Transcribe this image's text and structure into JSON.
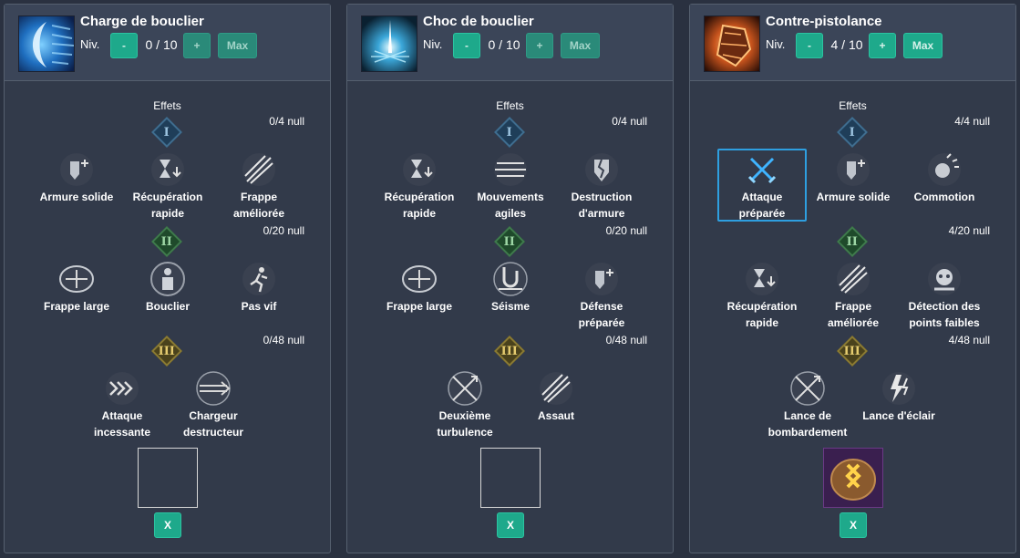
{
  "panels": [
    {
      "title": "Charge de bouclier",
      "niv_label": "Niv.",
      "level_text": "0 / 10",
      "minus_label": "-",
      "plus_label": "+",
      "max_label": "Max",
      "effects_label": "Effets",
      "tiers": [
        {
          "numeral": "I",
          "count": "0/4 null",
          "nodes": [
            {
              "label1": "Armure solide",
              "label2": "",
              "icon": "shield-plus-icon"
            },
            {
              "label1": "Récupération",
              "label2": "rapide",
              "icon": "hourglass-down-icon"
            },
            {
              "label1": "Frappe améliorée",
              "label2": "",
              "icon": "slash-burst-icon"
            }
          ]
        },
        {
          "numeral": "II",
          "count": "0/20 null",
          "nodes": [
            {
              "label1": "Frappe large",
              "label2": "",
              "icon": "arrows-out-icon"
            },
            {
              "label1": "Bouclier",
              "label2": "",
              "icon": "body-shield-icon"
            },
            {
              "label1": "Pas vif",
              "label2": "",
              "icon": "runner-icon"
            }
          ]
        },
        {
          "numeral": "III",
          "count": "0/48 null",
          "nodes": [
            {
              "label1": "Attaque",
              "label2": "incessante",
              "icon": "chevrons-right-icon"
            },
            {
              "label1": "Chargeur",
              "label2": "destructeur",
              "icon": "lance-charge-icon"
            }
          ]
        }
      ],
      "x_label": "X"
    },
    {
      "title": "Choc de bouclier",
      "niv_label": "Niv.",
      "level_text": "0 / 10",
      "minus_label": "-",
      "plus_label": "+",
      "max_label": "Max",
      "effects_label": "Effets",
      "tiers": [
        {
          "numeral": "I",
          "count": "0/4 null",
          "nodes": [
            {
              "label1": "Récupération",
              "label2": "rapide",
              "icon": "hourglass-down-icon"
            },
            {
              "label1": "Mouvements",
              "label2": "agiles",
              "icon": "speed-lines-icon"
            },
            {
              "label1": "Destruction",
              "label2": "d'armure",
              "icon": "armor-break-icon"
            }
          ]
        },
        {
          "numeral": "II",
          "count": "0/20 null",
          "nodes": [
            {
              "label1": "Frappe large",
              "label2": "",
              "icon": "arrows-out-icon"
            },
            {
              "label1": "Séisme",
              "label2": "",
              "icon": "quake-icon"
            },
            {
              "label1": "Défense préparée",
              "label2": "",
              "icon": "shield-plus-icon"
            }
          ]
        },
        {
          "numeral": "III",
          "count": "0/48 null",
          "nodes": [
            {
              "label1": "Deuxième",
              "label2": "turbulence",
              "icon": "crossed-arrows-icon"
            },
            {
              "label1": "Assaut",
              "label2": "",
              "icon": "slash-burst-icon"
            }
          ]
        }
      ],
      "x_label": "X"
    },
    {
      "title": "Contre-pistolance",
      "niv_label": "Niv.",
      "level_text": "4 / 10",
      "minus_label": "-",
      "plus_label": "+",
      "max_label": "Max",
      "effects_label": "Effets",
      "tiers": [
        {
          "numeral": "I",
          "count": "4/4 null",
          "nodes": [
            {
              "label1": "Attaque préparée",
              "label2": "",
              "icon": "crossed-swords-icon"
            },
            {
              "label1": "Armure solide",
              "label2": "",
              "icon": "shield-plus-icon"
            },
            {
              "label1": "Commotion",
              "label2": "",
              "icon": "stun-icon"
            }
          ]
        },
        {
          "numeral": "II",
          "count": "4/20 null",
          "nodes": [
            {
              "label1": "Récupération",
              "label2": "rapide",
              "icon": "hourglass-down-icon"
            },
            {
              "label1": "Frappe améliorée",
              "label2": "",
              "icon": "slash-burst-icon"
            },
            {
              "label1": "Détection des",
              "label2": "points faibles",
              "icon": "skull-target-icon"
            }
          ]
        },
        {
          "numeral": "III",
          "count": "4/48 null",
          "nodes": [
            {
              "label1": "Lance de",
              "label2": "bombardement",
              "icon": "crossed-arrows-icon"
            },
            {
              "label1": "Lance d'éclair",
              "label2": "",
              "icon": "lightning-icon"
            }
          ]
        }
      ],
      "x_label": "X"
    }
  ]
}
